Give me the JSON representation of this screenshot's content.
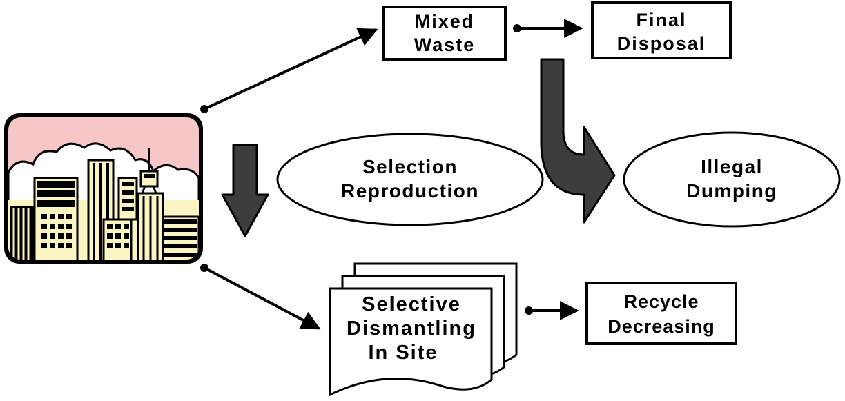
{
  "nodes": {
    "mixed_waste": [
      "Mixed",
      "Waste"
    ],
    "final_disposal": [
      "Final",
      "Disposal"
    ],
    "selection_reproduction": [
      "Selection",
      "Reproduction"
    ],
    "illegal_dumping": [
      "Illegal",
      "Dumping"
    ],
    "selective_dismantling": [
      "Selective",
      "Dismantling",
      "In Site"
    ],
    "recycle_decreasing": [
      "Recycle",
      "Decreasing"
    ]
  },
  "colors": {
    "sky": "#f7c6c6",
    "buildings_fill": "#fbf5c4",
    "dark_arrow": "#3d3d3d",
    "stroke": "#000000",
    "background": "#ffffff"
  },
  "icons": {
    "city": "city-skyline-icon"
  }
}
